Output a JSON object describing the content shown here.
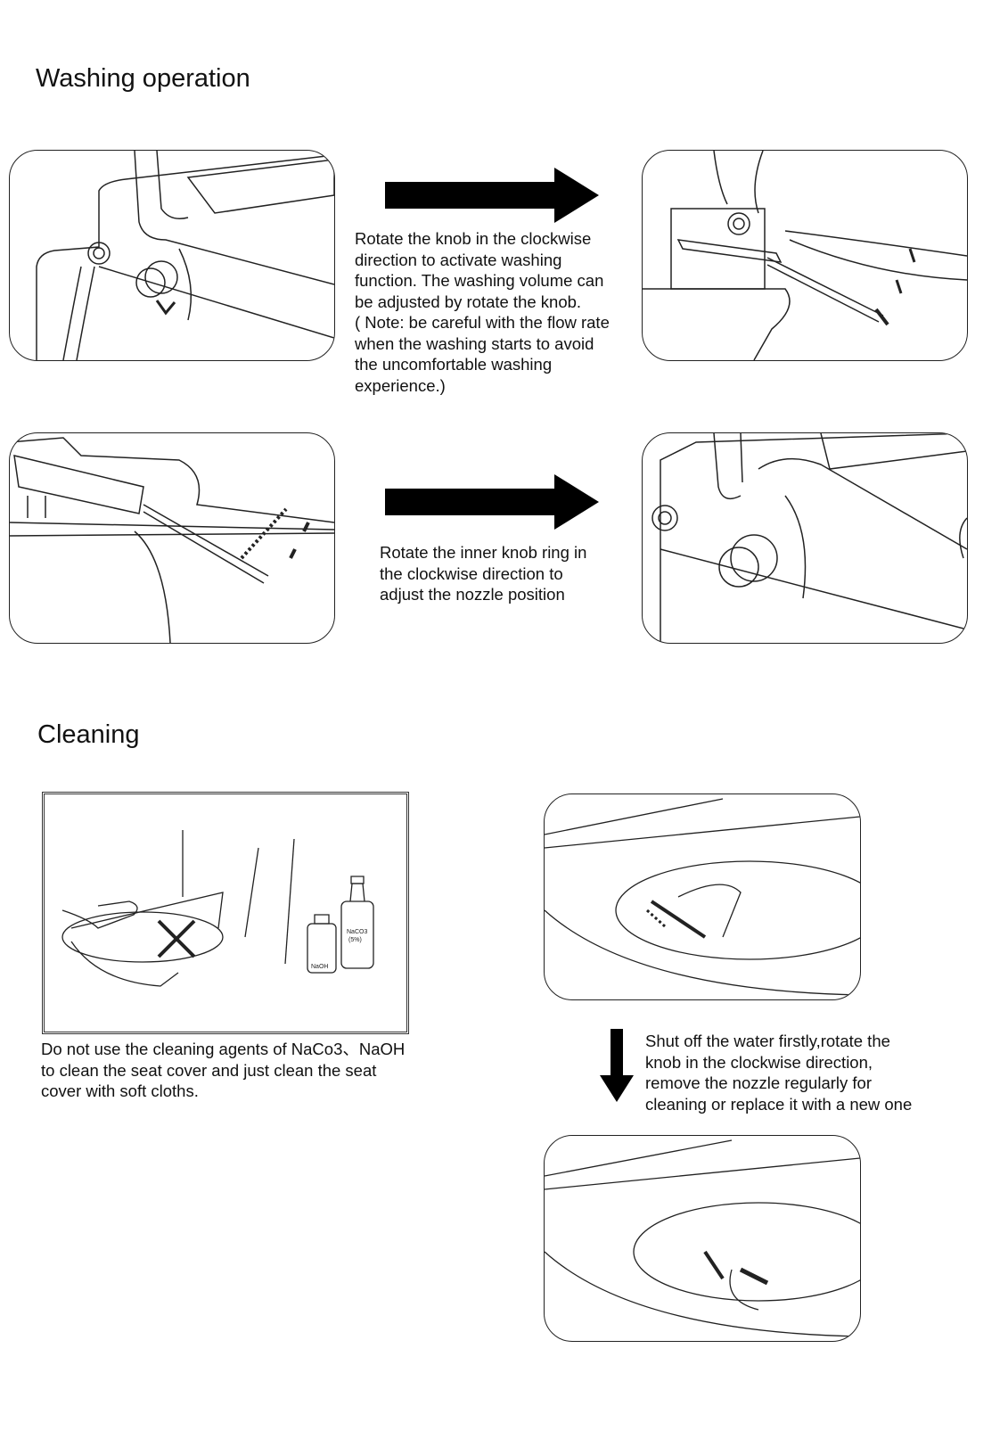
{
  "washing": {
    "title": "Washing operation",
    "step1_lines": [
      "Rotate the knob in the clockwise",
      "direction to activate washing",
      "function. The washing volume can",
      "be adjusted by rotate the knob.",
      "( Note: be careful with the flow rate",
      "when the washing starts to avoid",
      "the uncomfortable washing",
      "experience.)"
    ],
    "step2_lines": [
      "Rotate the inner knob ring in",
      "the clockwise direction to",
      "adjust the nozzle position"
    ]
  },
  "cleaning": {
    "title": "Cleaning",
    "warning_lines": [
      "Do not use the cleaning agents of NaCo3、NaOH",
      "to clean the seat cover and just clean the seat",
      "cover with soft cloths."
    ],
    "bottle_labels": [
      "NaCO3",
      "(5%)",
      "NaOH"
    ],
    "nozzle_lines": [
      "Shut off the water firstly,rotate the",
      "knob in the clockwise direction,",
      "remove the nozzle regularly for",
      "cleaning or replace it with a new one"
    ]
  }
}
